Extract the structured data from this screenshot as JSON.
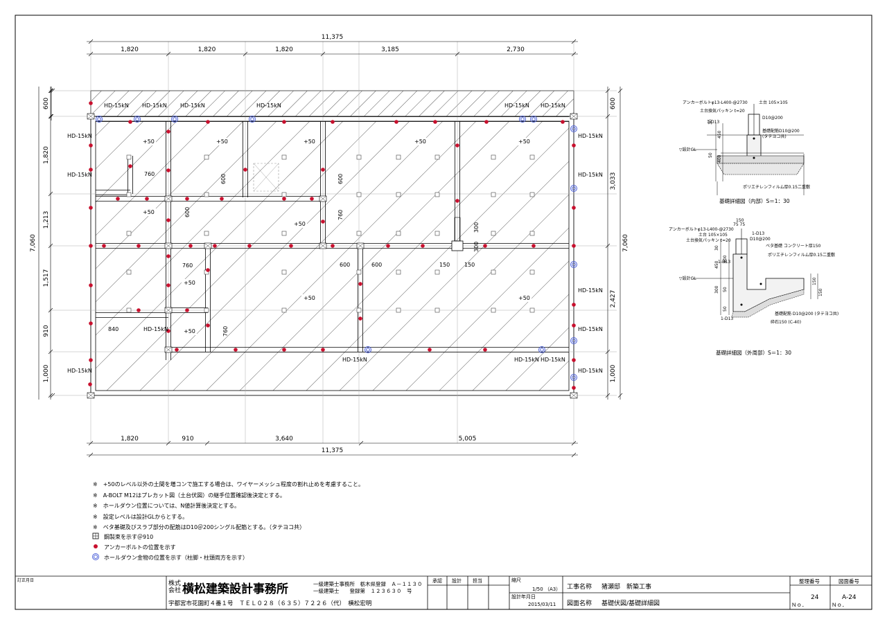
{
  "colors": {
    "ink": "#000000",
    "anchor_bolt": "#c8102e",
    "holddown": "#4a5fd8",
    "hatch": "#555555"
  },
  "dimensions": {
    "top_total": "11,375",
    "top_segments": [
      "1,820",
      "1,820",
      "1,820",
      "3,185",
      "2,730"
    ],
    "bottom_total": "11,375",
    "bottom_segments": [
      "1,820",
      "910",
      "3,640",
      "5,005"
    ],
    "left_total": "7,060",
    "left_segments": [
      "600",
      "1,820",
      "1,213",
      "1,517",
      "910",
      "1,000"
    ],
    "right_total": "7,060",
    "right_segments": [
      "600",
      "3,033",
      "2,427",
      "1,000"
    ]
  },
  "plan_labels": {
    "hd": "HD-15kN",
    "level": "+50",
    "inner_dims": [
      "760",
      "600",
      "600",
      "600",
      "760",
      "600",
      "600",
      "150",
      "150",
      "300",
      "760",
      "840",
      "760"
    ]
  },
  "details": {
    "inner": {
      "labels": [
        "アンカーボルトφ13-L400-@2730",
        "土台 105×105",
        "土台換気パッキン t=20",
        "1-D13",
        "D10@200",
        "基礎配筋D10@200",
        "(タテヨコ共)",
        "ポリエチレンフィルム厚0.15二重敷"
      ],
      "dims": [
        "30",
        "450",
        "50",
        "400"
      ],
      "gl": "▽設計GL",
      "caption": "基礎詳細図（内部）S＝1：30"
    },
    "outer": {
      "labels": [
        "アンカーボルトφ13-L400-@2730",
        "土台 105×105",
        "土台換気パッキン t=20",
        "1-D13",
        "D10@200",
        "ベタ基礎 コンクリート厚150",
        "ポリエチレンフィルム厚0.15二重敷",
        "1-D13",
        "基礎配筋 D10@200 (タテヨコ共)",
        "砕石150 (C-40)",
        "1-D13"
      ],
      "dims": [
        "150",
        "75 75",
        "30",
        "450",
        "400",
        "300",
        "50",
        "150",
        "150",
        "50"
      ],
      "gl": "▽設計GL",
      "caption": "基礎詳細図（外周部）S＝1：30"
    }
  },
  "notes": [
    {
      "mark": "※",
      "text": "+50のレベル以外の土間を増コンで施工する場合は、ワイヤーメッシュ程度の割れ止めを考慮すること。"
    },
    {
      "mark": "※",
      "text": "A-BOLT M12はプレカット図（土台伏図）の継手位置確認後決定とする。"
    },
    {
      "mark": "※",
      "text": "ホールダウン位置については、N値計算後決定とする。"
    },
    {
      "mark": "※",
      "text": "設定レベルは設計GLからとする。"
    },
    {
      "mark": "※",
      "text": "ベタ基礎及びスラブ部分の配筋はD10＠200シングル配筋とする。（タテヨコ共）"
    }
  ],
  "legend": [
    {
      "icon": "steel-post-icon",
      "text": "鋼製束を示す＠910"
    },
    {
      "icon": "anchor-bolt-icon",
      "text": "アンカーボルトの位置を示す"
    },
    {
      "icon": "holddown-icon",
      "text": "ホールダウン金物の位置を示す（柱脚・柱頭両方を示す）"
    }
  ],
  "title_block": {
    "revision_label": "訂正月日",
    "company_prefix_1": "株式",
    "company_prefix_2": "会社",
    "company": "横松建築設計事務所",
    "license_1": "一級建築士事務所　栃木県登録　Ａ－１１３０",
    "license_2": "一級建築士　　登録第　１２３６３０　号",
    "address_line": "宇都宮市花園町４番１号　ＴＥＬ０２８（６３５）７２２６（代）　横松宏明",
    "approve": "承認",
    "design": "設計",
    "charge": "担当",
    "scale_label": "縮尺",
    "scale_value": "1/50 （A3）",
    "date_label": "設計年月日",
    "date_value": "2015/03/11",
    "project_label": "工事名称",
    "project_name": "猪瀬邸　新築工事",
    "drawing_label": "図面名称",
    "drawing_name": "基礎伏図/基礎詳細図",
    "file_no_label": "整理番号",
    "file_no_prefix": "Ｎｏ．",
    "file_no": "24",
    "sheet_no_label": "図面番号",
    "sheet_no_prefix": "Ｎｏ．",
    "sheet_no": "A-24"
  }
}
